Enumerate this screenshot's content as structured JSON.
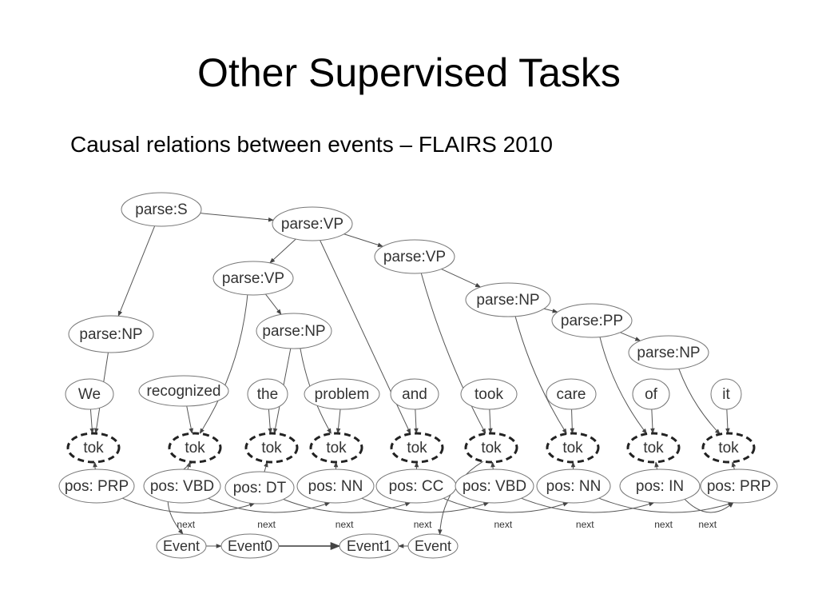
{
  "slide": {
    "title": "Other Supervised Tasks",
    "subtitle": "Causal relations between events – FLAIRS 2010"
  },
  "diagram": {
    "nodes": [
      {
        "id": "parse_s",
        "label": "parse:S",
        "style": "solid"
      },
      {
        "id": "parse_vp1",
        "label": "parse:VP",
        "style": "solid"
      },
      {
        "id": "parse_vp2",
        "label": "parse:VP",
        "style": "solid"
      },
      {
        "id": "parse_vp3",
        "label": "parse:VP",
        "style": "solid"
      },
      {
        "id": "parse_np1",
        "label": "parse:NP",
        "style": "solid"
      },
      {
        "id": "parse_np2",
        "label": "parse:NP",
        "style": "solid"
      },
      {
        "id": "parse_np3",
        "label": "parse:NP",
        "style": "solid"
      },
      {
        "id": "parse_pp",
        "label": "parse:PP",
        "style": "solid"
      },
      {
        "id": "parse_np4",
        "label": "parse:NP",
        "style": "solid"
      },
      {
        "id": "w_we",
        "label": "We",
        "style": "solid"
      },
      {
        "id": "w_recognized",
        "label": "recognized",
        "style": "solid"
      },
      {
        "id": "w_the",
        "label": "the",
        "style": "solid"
      },
      {
        "id": "w_problem",
        "label": "problem",
        "style": "solid"
      },
      {
        "id": "w_and",
        "label": "and",
        "style": "solid"
      },
      {
        "id": "w_took",
        "label": "took",
        "style": "solid"
      },
      {
        "id": "w_care",
        "label": "care",
        "style": "solid"
      },
      {
        "id": "w_of",
        "label": "of",
        "style": "solid"
      },
      {
        "id": "w_it",
        "label": "it",
        "style": "solid"
      },
      {
        "id": "tok1",
        "label": "tok",
        "style": "dashed"
      },
      {
        "id": "tok2",
        "label": "tok",
        "style": "dashed"
      },
      {
        "id": "tok3",
        "label": "tok",
        "style": "dashed"
      },
      {
        "id": "tok4",
        "label": "tok",
        "style": "dashed"
      },
      {
        "id": "tok5",
        "label": "tok",
        "style": "dashed"
      },
      {
        "id": "tok6",
        "label": "tok",
        "style": "dashed"
      },
      {
        "id": "tok7",
        "label": "tok",
        "style": "dashed"
      },
      {
        "id": "tok8",
        "label": "tok",
        "style": "dashed"
      },
      {
        "id": "tok9",
        "label": "tok",
        "style": "dashed"
      },
      {
        "id": "pos1",
        "label": "pos: PRP",
        "style": "solid"
      },
      {
        "id": "pos2",
        "label": "pos: VBD",
        "style": "solid"
      },
      {
        "id": "pos3",
        "label": "pos: DT",
        "style": "solid"
      },
      {
        "id": "pos4",
        "label": "pos: NN",
        "style": "solid"
      },
      {
        "id": "pos5",
        "label": "pos: CC",
        "style": "solid"
      },
      {
        "id": "pos6",
        "label": "pos: VBD",
        "style": "solid"
      },
      {
        "id": "pos7",
        "label": "pos: NN",
        "style": "solid"
      },
      {
        "id": "pos8",
        "label": "pos: IN",
        "style": "solid"
      },
      {
        "id": "pos9",
        "label": "pos: PRP",
        "style": "solid"
      },
      {
        "id": "ev_a",
        "label": "Event",
        "style": "solid"
      },
      {
        "id": "ev_0",
        "label": "Event0",
        "style": "solid"
      },
      {
        "id": "ev_1",
        "label": "Event1",
        "style": "solid"
      },
      {
        "id": "ev_b",
        "label": "Event",
        "style": "solid"
      }
    ],
    "edges": [
      {
        "from": "parse_s",
        "to": "parse_vp1"
      },
      {
        "from": "parse_s",
        "to": "parse_np1"
      },
      {
        "from": "parse_vp1",
        "to": "parse_vp2"
      },
      {
        "from": "parse_vp1",
        "to": "parse_vp3"
      },
      {
        "from": "parse_vp1",
        "to": "tok5"
      },
      {
        "from": "parse_vp2",
        "to": "tok2"
      },
      {
        "from": "parse_vp2",
        "to": "parse_np2"
      },
      {
        "from": "parse_np2",
        "to": "tok3"
      },
      {
        "from": "parse_np2",
        "to": "tok4"
      },
      {
        "from": "parse_vp3",
        "to": "parse_np3"
      },
      {
        "from": "parse_vp3",
        "to": "tok6"
      },
      {
        "from": "parse_np3",
        "to": "parse_pp"
      },
      {
        "from": "parse_np3",
        "to": "tok7"
      },
      {
        "from": "parse_pp",
        "to": "parse_np4"
      },
      {
        "from": "parse_pp",
        "to": "tok8"
      },
      {
        "from": "parse_np4",
        "to": "tok9"
      },
      {
        "from": "parse_np1",
        "to": "tok1"
      },
      {
        "from": "w_we",
        "to": "tok1"
      },
      {
        "from": "w_recognized",
        "to": "tok2"
      },
      {
        "from": "w_the",
        "to": "tok3"
      },
      {
        "from": "w_problem",
        "to": "tok4"
      },
      {
        "from": "w_and",
        "to": "tok5"
      },
      {
        "from": "w_took",
        "to": "tok6"
      },
      {
        "from": "w_care",
        "to": "tok7"
      },
      {
        "from": "w_of",
        "to": "tok8"
      },
      {
        "from": "w_it",
        "to": "tok9"
      },
      {
        "from": "pos1",
        "to": "tok1"
      },
      {
        "from": "pos2",
        "to": "tok2"
      },
      {
        "from": "pos3",
        "to": "tok3"
      },
      {
        "from": "pos4",
        "to": "tok4"
      },
      {
        "from": "pos5",
        "to": "tok5"
      },
      {
        "from": "pos6",
        "to": "tok6"
      },
      {
        "from": "pos7",
        "to": "tok7"
      },
      {
        "from": "pos8",
        "to": "tok8"
      },
      {
        "from": "pos9",
        "to": "tok9"
      },
      {
        "from": "pos1",
        "to": "pos3",
        "label": "next"
      },
      {
        "from": "pos2",
        "to": "pos4",
        "label": "next"
      },
      {
        "from": "pos3",
        "to": "pos5",
        "label": "next"
      },
      {
        "from": "pos4",
        "to": "pos6",
        "label": "next"
      },
      {
        "from": "pos5",
        "to": "pos7",
        "label": "next"
      },
      {
        "from": "pos6",
        "to": "pos8",
        "label": "next"
      },
      {
        "from": "pos7",
        "to": "pos9",
        "label": "next"
      },
      {
        "from": "pos8",
        "to": "pos9",
        "label": "next"
      },
      {
        "from": "tok2",
        "to": "ev_a"
      },
      {
        "from": "ev_a",
        "to": "ev_0"
      },
      {
        "from": "ev_0",
        "to": "ev_1"
      },
      {
        "from": "ev_b",
        "to": "ev_1"
      },
      {
        "from": "tok6",
        "to": "ev_b"
      }
    ]
  }
}
